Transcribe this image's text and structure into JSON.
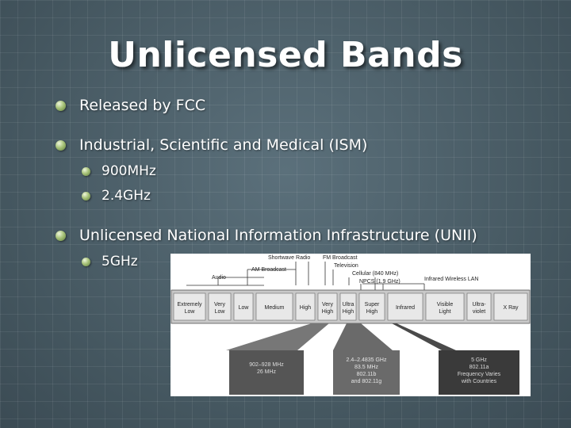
{
  "slide": {
    "title": "Unlicensed Bands",
    "bullets": {
      "fcc": "Released by FCC",
      "ism": "Industrial, Scientific and Medical (ISM)",
      "ism_900": "900MHz",
      "ism_24": "2.4GHz",
      "unii": "Unlicensed National Information Infrastructure (UNII)",
      "unii_5": "5GHz"
    }
  },
  "spectrum_figure": {
    "top_labels": {
      "shortwave": "Shortwave Radio",
      "fm": "FM Broadcast",
      "television": "Television",
      "audio": "Audio",
      "am": "AM Broadcast",
      "cellular": "Cellular (840 MHz)",
      "npcs": "NPCS (1.9 GHz)",
      "infrared_lan": "Infrared Wireless LAN"
    },
    "bands": [
      [
        "Extremely",
        "Low"
      ],
      [
        "Very",
        "Low"
      ],
      [
        "Low"
      ],
      [
        "Medium"
      ],
      [
        "High"
      ],
      [
        "Very",
        "High"
      ],
      [
        "Ultra",
        "High"
      ],
      [
        "Super",
        "High"
      ],
      [
        "Infrared"
      ],
      [
        "Visible",
        "Light"
      ],
      [
        "Ultra-",
        "violet"
      ],
      [
        "X Ray"
      ]
    ],
    "callouts": [
      [
        "902–928 MHz",
        "26 MHz"
      ],
      [
        "2.4–2.4835 GHz",
        "83.5 MHz",
        "802.11b",
        "and 802.11g"
      ],
      [
        "5 GHz",
        "802.11a",
        "Frequency Varies",
        "with Countries"
      ]
    ]
  }
}
